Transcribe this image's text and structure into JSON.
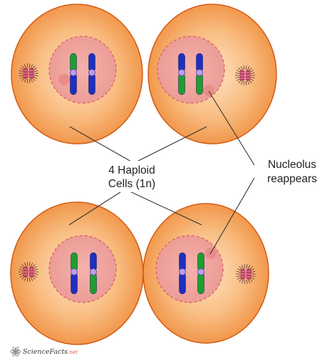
{
  "labels": {
    "haploid_line1": "4 Haploid",
    "haploid_line2": "Cells (1n)",
    "nucleolus_line1": "Nucleolus",
    "nucleolus_line2": "reappears"
  },
  "logo": {
    "text": "ScienceFacts",
    "suffix": ".net"
  },
  "colors": {
    "cell_fill": "#F7A55C",
    "cell_light": "#FBD2A7",
    "cell_edge": "#D35B16",
    "nucleus_fill": "#F0A29C",
    "nucleus_border": "#D85A5A",
    "nucleolus": "#EA8C88",
    "chromosome_blue": "#1E2FBF",
    "chromosome_green": "#1E9E2E",
    "centromere": "#B9A0E8",
    "centrosome": "#C73E6C"
  },
  "cells": [
    {
      "id": "top-left",
      "chromosome_pattern": [
        "green-blue",
        "blue"
      ]
    },
    {
      "id": "top-right",
      "chromosome_pattern": [
        "blue-green",
        "blue-green"
      ]
    },
    {
      "id": "bottom-left",
      "chromosome_pattern": [
        "green-blue",
        "blue-green"
      ]
    },
    {
      "id": "bottom-right",
      "chromosome_pattern": [
        "blue",
        "green"
      ]
    }
  ]
}
